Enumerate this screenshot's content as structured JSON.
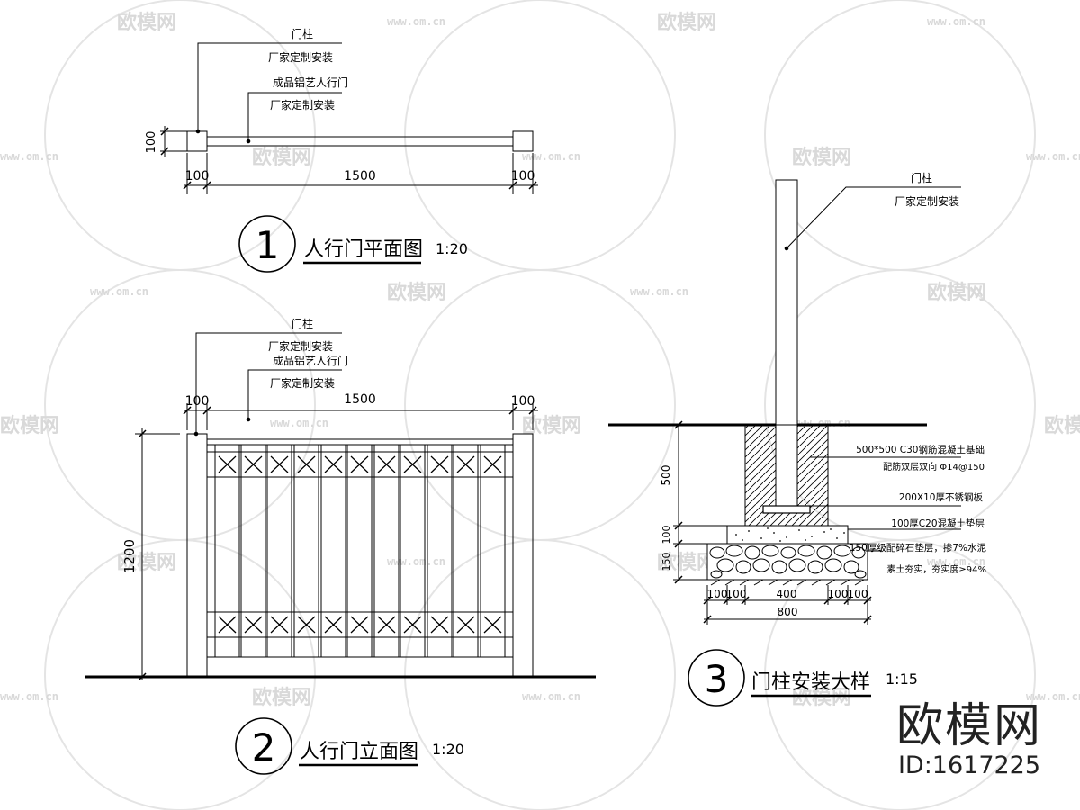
{
  "watermark": {
    "brand": "欧模网",
    "url": "www.om.cn"
  },
  "brand_logo": {
    "name": "欧模网",
    "id": "ID:1617225"
  },
  "drawings": {
    "plan": {
      "number": "1",
      "title": "人行门平面图",
      "scale": "1:20",
      "callouts": [
        "门柱",
        "厂家定制安装",
        "成品铝艺人行门",
        "厂家定制安装"
      ],
      "dims": {
        "post_left": "100",
        "span": "1500",
        "post_right": "100",
        "depth": "100"
      }
    },
    "elevation": {
      "number": "2",
      "title": "人行门立面图",
      "scale": "1:20",
      "callouts": [
        "门柱",
        "厂家定制安装",
        "成品铝艺人行门",
        "厂家定制安装"
      ],
      "dims": {
        "post_left": "100",
        "span": "1500",
        "post_right": "100",
        "height": "1200"
      }
    },
    "detail": {
      "number": "3",
      "title": "门柱安装大样",
      "scale": "1:15",
      "callouts": [
        "门柱",
        "厂家定制安装"
      ],
      "layers": [
        "500*500 C30钢筋混凝土基础",
        "配筋双层双向 Φ14@150",
        "200X10厚不锈钢板",
        "100厚C20混凝土垫层",
        "150厚级配碎石垫层，掺7%水泥",
        "素土夯实，夯实度≥94%"
      ],
      "dims": {
        "footing_height": "500",
        "pad_height": "100",
        "gravel_height": "150",
        "seg_a": "100",
        "seg_b": "100",
        "seg_mid": "400",
        "seg_c": "100",
        "seg_d": "100",
        "total_width": "800"
      }
    }
  }
}
